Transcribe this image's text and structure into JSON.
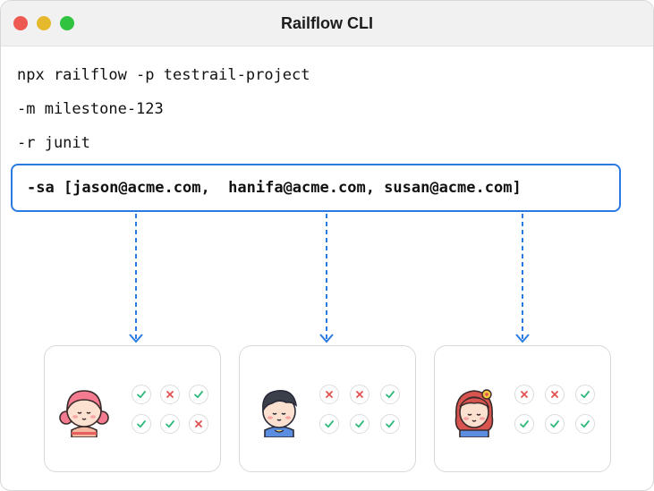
{
  "window": {
    "title": "Railflow CLI"
  },
  "command": {
    "lines": [
      "npx railflow -p testrail-project",
      "-m milestone-123",
      "-r junit"
    ],
    "highlighted": "-sa [jason@acme.com,  hanifa@acme.com, susan@acme.com]"
  },
  "colors": {
    "accent": "#2a7ae4",
    "pass": "#2eb87a",
    "fail": "#e0504e"
  },
  "cards": [
    {
      "avatar": "girl-pigtails-avatar",
      "results": [
        [
          "pass",
          "fail",
          "pass"
        ],
        [
          "pass",
          "pass",
          "fail"
        ]
      ]
    },
    {
      "avatar": "boy-avatar",
      "results": [
        [
          "fail",
          "fail",
          "pass"
        ],
        [
          "pass",
          "pass",
          "pass"
        ]
      ]
    },
    {
      "avatar": "girl-flower-avatar",
      "results": [
        [
          "fail",
          "fail",
          "pass"
        ],
        [
          "pass",
          "pass",
          "pass"
        ]
      ]
    }
  ]
}
